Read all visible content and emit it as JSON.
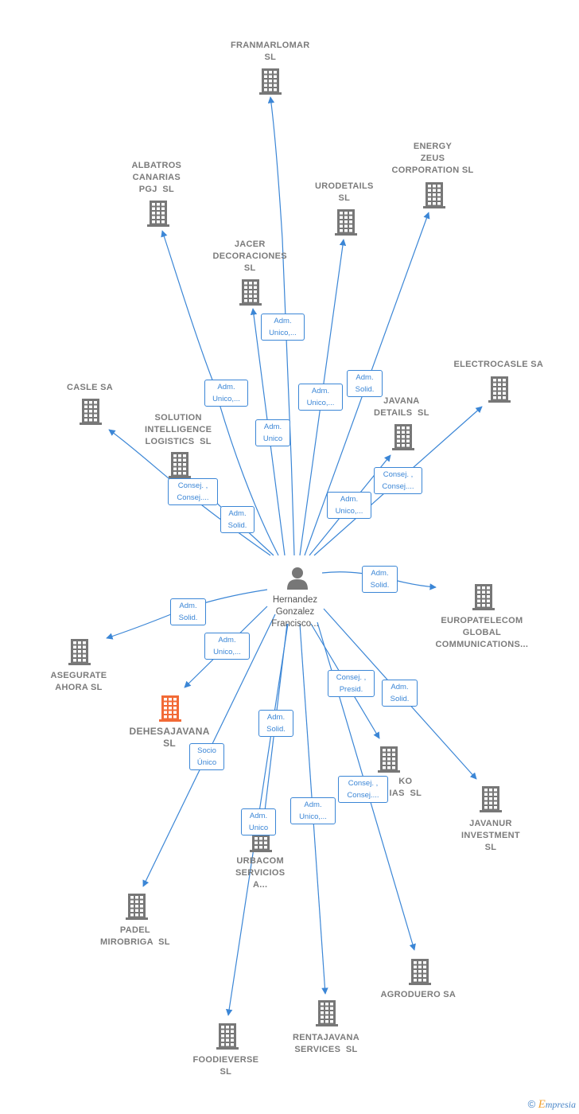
{
  "center": {
    "name": "Hernandez\nGonzalez\nFrancisco..."
  },
  "companies": [
    {
      "id": "franmarlomar",
      "label": "FRANMARLOMAR\nSL",
      "highlight": false
    },
    {
      "id": "albatros",
      "label": "ALBATROS\nCANARIAS\nPGJ  SL",
      "highlight": false
    },
    {
      "id": "urodetails",
      "label": "URODETAILS\nSL",
      "highlight": false
    },
    {
      "id": "energy",
      "label": "ENERGY\nZEUS\nCORPORATION SL",
      "highlight": false
    },
    {
      "id": "jacer",
      "label": "JACER\nDECORACIONES\nSL",
      "highlight": false
    },
    {
      "id": "casle",
      "label": "CASLE SA",
      "highlight": false
    },
    {
      "id": "electrocasle",
      "label": "ELECTROCASLE SA",
      "highlight": false
    },
    {
      "id": "solution",
      "label": "SOLUTION\nINTELLIGENCE\nLOGISTICS  SL",
      "highlight": false
    },
    {
      "id": "javana",
      "label": "JAVANA\nDETAILS  SL",
      "highlight": false
    },
    {
      "id": "europatelecom",
      "label": "EUROPATELECOM\nGLOBAL\nCOMMUNICATIONS...",
      "highlight": false
    },
    {
      "id": "asegurate",
      "label": "ASEGURATE\nAHORA SL",
      "highlight": false
    },
    {
      "id": "dehesajavana",
      "label": "DEHESAJAVANA\nSL",
      "highlight": true
    },
    {
      "id": "nko",
      "label": "KO\nIAS  SL",
      "highlight": false
    },
    {
      "id": "javanur",
      "label": "JAVANUR\nINVESTMENT\nSL",
      "highlight": false
    },
    {
      "id": "urbacom",
      "label": "URBACOM\nSERVICIOS\nA...",
      "highlight": false
    },
    {
      "id": "padel",
      "label": "PADEL\nMIROBRIGA  SL",
      "highlight": false
    },
    {
      "id": "agroduero",
      "label": "AGRODUERO SA",
      "highlight": false
    },
    {
      "id": "rentajavana",
      "label": "RENTAJAVANA\nSERVICES  SL",
      "highlight": false
    },
    {
      "id": "foodieverse",
      "label": "FOODIEVERSE\nSL",
      "highlight": false
    }
  ],
  "relations": [
    {
      "target": "franmarlomar",
      "label": "Adm.\nUnico,..."
    },
    {
      "target": "albatros",
      "label": "Adm.\nUnico,..."
    },
    {
      "target": "jacer",
      "label": "Adm.\nUnico"
    },
    {
      "target": "urodetails",
      "label": "Adm.\nUnico,..."
    },
    {
      "target": "energy",
      "label": "Adm.\nSolid."
    },
    {
      "target": "casle",
      "label": "Consej. ,\nConsej...."
    },
    {
      "target": "solution",
      "label": "Adm.\nSolid."
    },
    {
      "target": "javana",
      "label": "Adm.\nUnico,..."
    },
    {
      "target": "electrocasle",
      "label": "Consej. ,\nConsej...."
    },
    {
      "target": "europatelecom",
      "label": "Adm.\nSolid."
    },
    {
      "target": "asegurate",
      "label": "Adm.\nSolid."
    },
    {
      "target": "dehesajavana",
      "label": "Adm.\nUnico,..."
    },
    {
      "target": "padel",
      "label": "Socio\nÚnico"
    },
    {
      "target": "urbacom",
      "label": "Adm.\nSolid."
    },
    {
      "target": "foodieverse",
      "label": "Adm.\nUnico"
    },
    {
      "target": "rentajavana",
      "label": "Adm.\nUnico,..."
    },
    {
      "target": "nko",
      "label": "Consej. ,\nPresid."
    },
    {
      "target": "agroduero",
      "label": "Consej. ,\nConsej...."
    },
    {
      "target": "javanur",
      "label": "Adm.\nSolid."
    }
  ],
  "colors": {
    "edge": "#3b86d6",
    "building": "#777777",
    "highlight": "#f26a36",
    "person": "#777777"
  },
  "footer": {
    "copyright": "©",
    "brand_initial": "E",
    "brand_rest": "mpresia"
  }
}
